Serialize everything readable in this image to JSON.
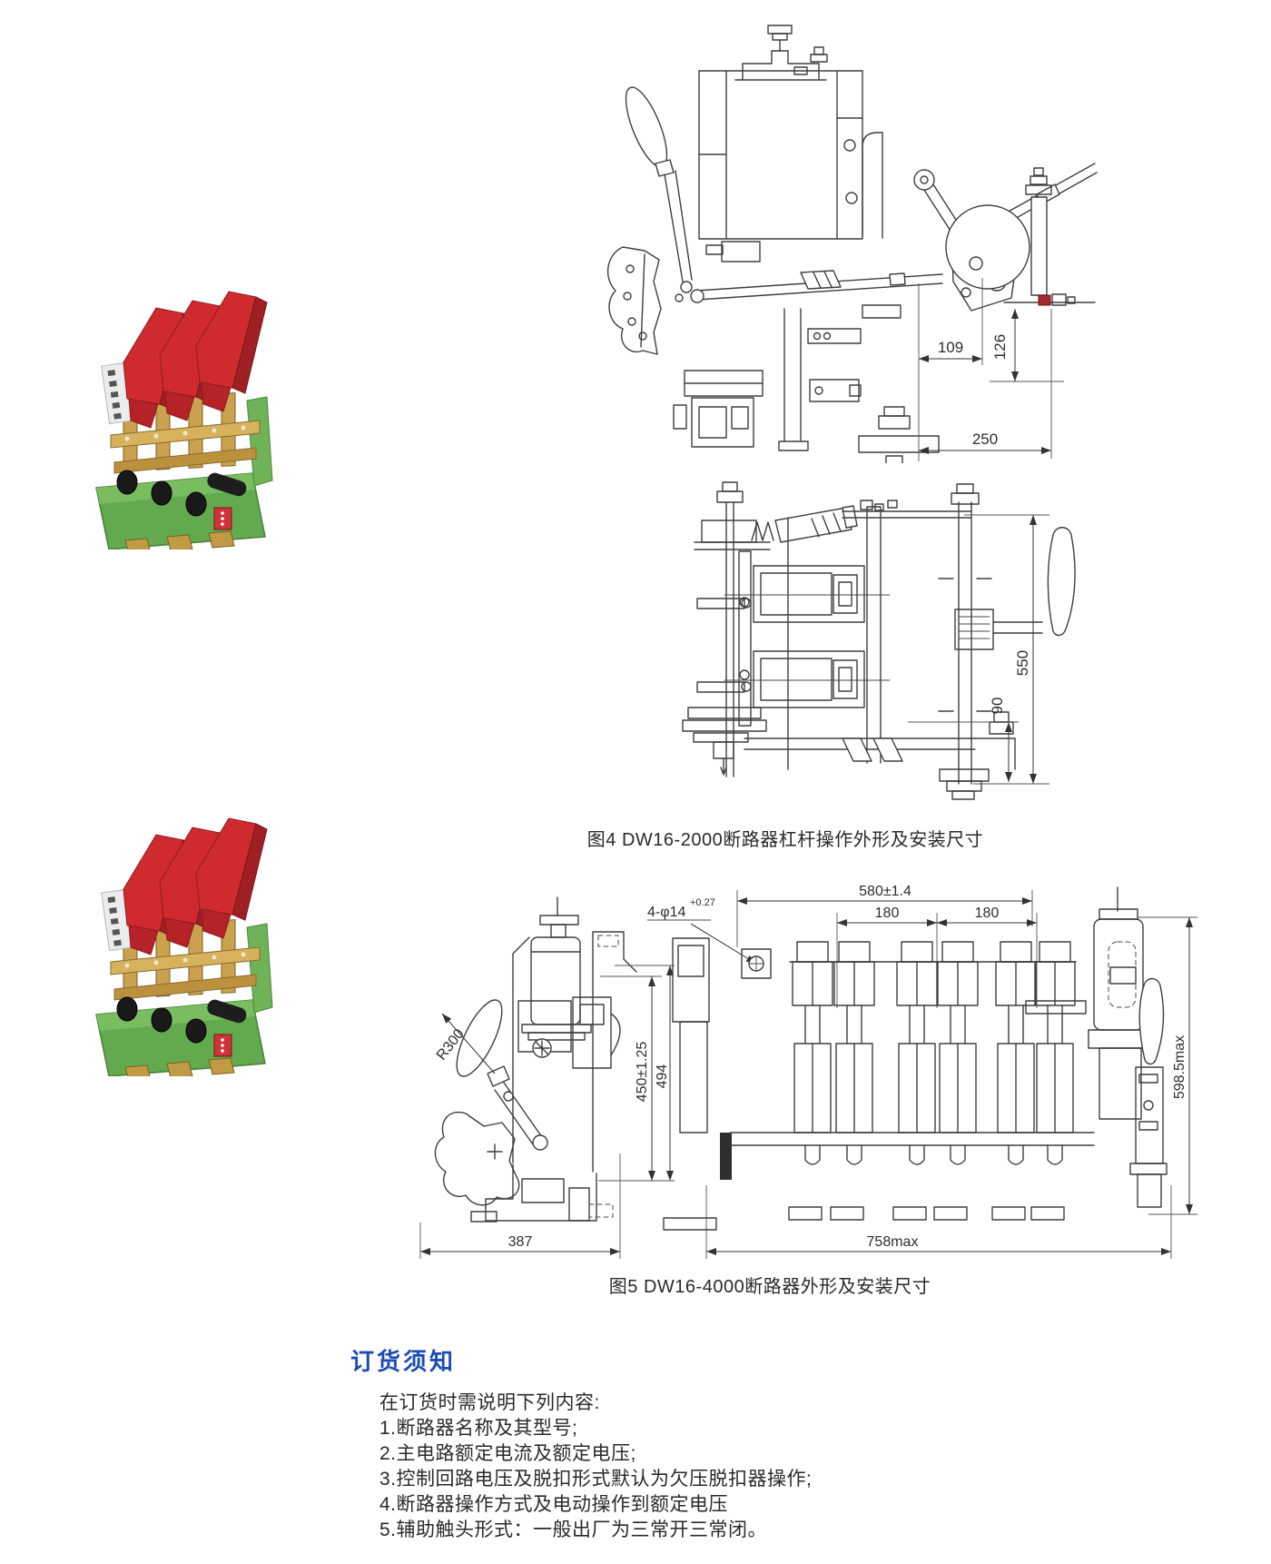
{
  "page": {
    "background": "#ffffff",
    "accent_blue": "#1d4cb5",
    "drawing_line_color": "#3e3e3e",
    "photo_colors": {
      "arc_chute_red": "#cf2b2f",
      "base_green": "#63a94e",
      "mechanism_brass": "#c19a45",
      "knob_black": "#191919"
    }
  },
  "figure4": {
    "caption": "图4 DW16-2000断路器杠杆操作外形及安装尺寸",
    "dims": {
      "d109": "109",
      "d126": "126",
      "d250": "250",
      "d550": "550",
      "d90": "90"
    }
  },
  "figure5": {
    "caption": "图5 DW16-4000断路器外形及安装尺寸",
    "dims": {
      "holes": "4-φ14",
      "holes_tol": "+0.27",
      "d580": "580±1.4",
      "d180a": "180",
      "d180b": "180",
      "r300": "R300",
      "d450": "450±1.25",
      "d494": "494",
      "d387": "387",
      "d758": "758max",
      "d598": "598.5max"
    }
  },
  "ordering": {
    "heading": "订货须知",
    "intro": "在订货时需说明下列内容:",
    "items": [
      "1.断路器名称及其型号;",
      "2.主电路额定电流及额定电压;",
      "3.控制回路电压及脱扣形式默认为欠压脱扣器操作;",
      "4.断路器操作方式及电动操作到额定电压",
      "5.辅助触头形式：一般出厂为三常开三常闭。"
    ]
  }
}
